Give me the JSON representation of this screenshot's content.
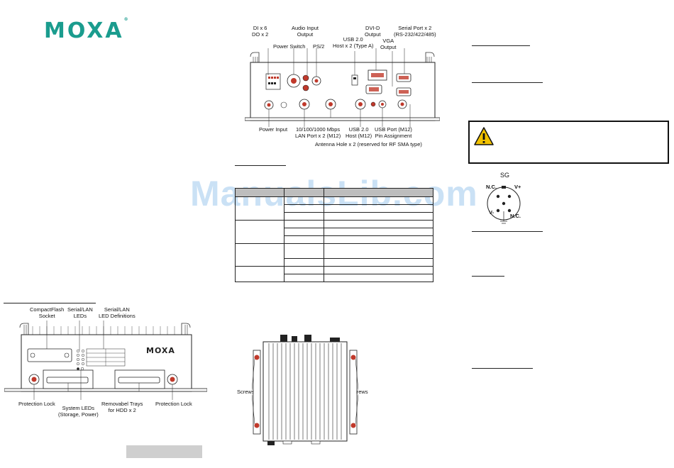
{
  "brand": {
    "logo_text": "MOXA",
    "registered": "®"
  },
  "watermark": "ManualsLib.com",
  "rear_panel": {
    "labels": {
      "di_do": "DI x 6\nDO x 2",
      "audio": "Audio Input\nOutput",
      "power_switch": "Power Switch",
      "ps2": "PS/2",
      "usb_host_a": "USB 2.0\nHost x 2 (Type A)",
      "dvi_d": "DVI-D\nOutput",
      "vga": "VGA\nOutput",
      "serial": "Serial Port x 2\n(RS-232/422/485)",
      "power_input": "Power Input",
      "lan": "10/100/1000 Mbps\nLAN Port x 2 (M12)",
      "usb_m12": "USB 2.0\nHost (M12)",
      "usb_pin": "USB Port (M12)\nPin Assignment",
      "antenna": "Antenna Hole x 2 (reserved for RF SMA type)"
    }
  },
  "front_panel": {
    "labels": {
      "cf": "CompactFlash\nSocket",
      "serial_leds": "Serial/LAN\nLEDs",
      "led_defs": "Serial/LAN\nLED Definitions",
      "protection_lock_left": "Protection Lock",
      "system_leds": "System LEDs\n(Storage, Power)",
      "trays": "Removabel Trays\nfor HDD x 2",
      "protection_lock_right": "Protection Lock"
    }
  },
  "bottom_view": {
    "screws_left": "Screws",
    "screws_right": "Screws"
  },
  "pin_diagram": {
    "sg": "SG",
    "nc_top": "N.C.",
    "vplus": "V+",
    "vminus": "V-",
    "nc_bottom": "N.C."
  },
  "colors": {
    "brand": "#1a9c8e",
    "port_red": "#c0392b"
  }
}
